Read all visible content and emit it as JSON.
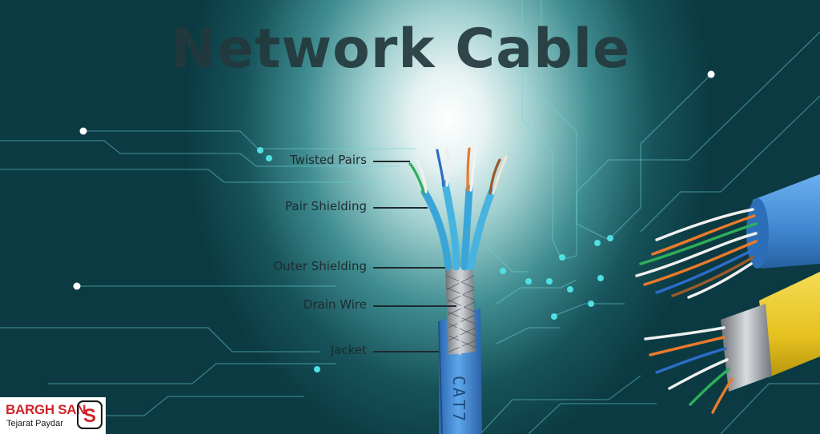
{
  "title": "Network Cable",
  "parts": [
    {
      "label": "Twisted Pairs"
    },
    {
      "label": "Pair Shielding"
    },
    {
      "label": "Outer Shielding"
    },
    {
      "label": "Drain Wire"
    },
    {
      "label": "Jacket"
    }
  ],
  "cable_print": "CAT7",
  "logo": {
    "name": "BARGH SAN",
    "tagline": "Tejarat Paydar",
    "mark": "S"
  },
  "colors": {
    "title": "#23393d",
    "cable_blue": "#3f86cf",
    "cable_yellow": "#e6c21f",
    "brand_red": "#d0232a",
    "circuit": "#5fd3d6"
  }
}
